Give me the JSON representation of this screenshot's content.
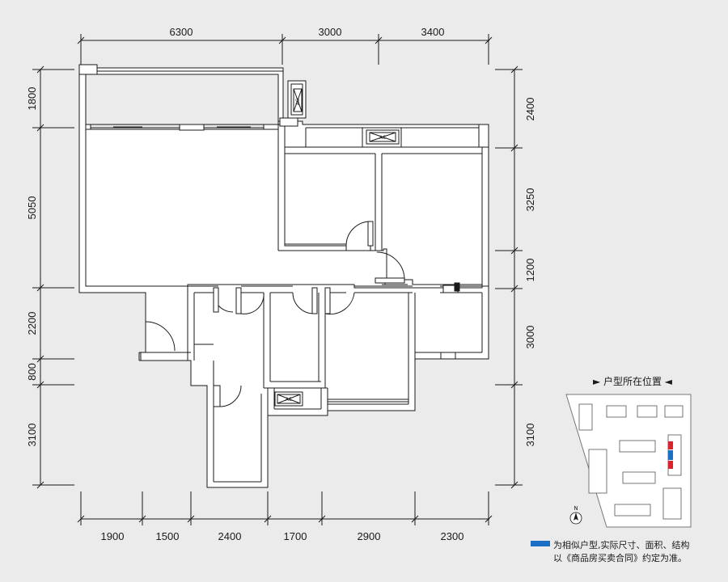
{
  "dimensions": {
    "top": [
      "6300",
      "3000",
      "3400"
    ],
    "bottom": [
      "1900",
      "1500",
      "2400",
      "1700",
      "2900",
      "2300"
    ],
    "left": [
      "1800",
      "5050",
      "2200",
      "800",
      "3100"
    ],
    "right": [
      "2400",
      "3250",
      "1200",
      "3000",
      "3100"
    ]
  },
  "ac_label": "AC",
  "location_map": {
    "title": "► 户型所在位置 ◄",
    "north": "N"
  },
  "note": {
    "line1": "为相似户型,实际尺寸、面积、结构",
    "line2": "以《商品房买卖合同》约定为准。"
  },
  "colors": {
    "background": "#ebebeb",
    "wall": "#ffffff",
    "line": "#1a1a1a",
    "note_swatch": "#1a6fc4",
    "highlight_red": "#d9232d",
    "highlight_blue": "#1a6fc4"
  }
}
